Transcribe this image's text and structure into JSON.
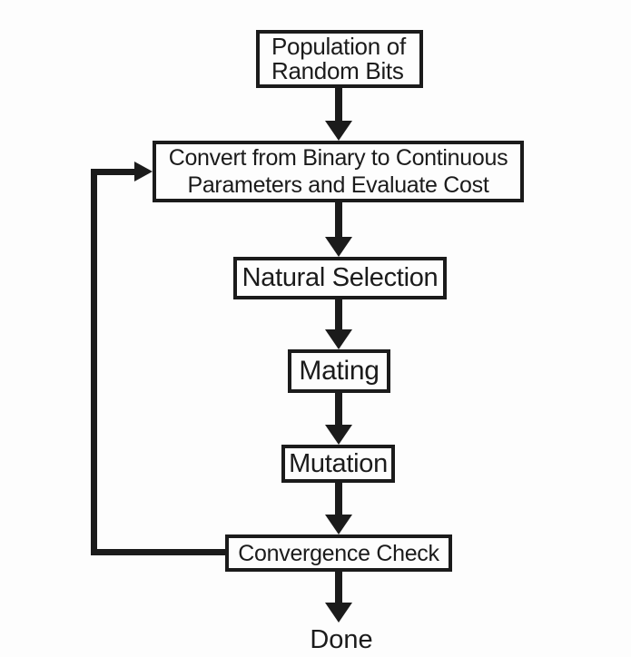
{
  "colors": {
    "ink": "#1b1b1b",
    "background": "#fdfdfd"
  },
  "diagram": {
    "type": "flowchart",
    "nodes": [
      {
        "id": "population",
        "label": "Population of\nRandom Bits"
      },
      {
        "id": "convert",
        "label": "Convert from Binary to Continuous\nParameters and Evaluate Cost"
      },
      {
        "id": "natural-selection",
        "label": "Natural Selection"
      },
      {
        "id": "mating",
        "label": "Mating"
      },
      {
        "id": "mutation",
        "label": "Mutation"
      },
      {
        "id": "convergence-check",
        "label": "Convergence Check"
      }
    ],
    "edges": [
      {
        "from": "population",
        "to": "convert"
      },
      {
        "from": "convert",
        "to": "natural-selection"
      },
      {
        "from": "natural-selection",
        "to": "mating"
      },
      {
        "from": "mating",
        "to": "mutation"
      },
      {
        "from": "mutation",
        "to": "convergence-check"
      },
      {
        "from": "convergence-check",
        "to": "done"
      },
      {
        "from": "convergence-check",
        "to": "convert",
        "kind": "feedback-loop"
      }
    ],
    "done_label": "Done"
  }
}
